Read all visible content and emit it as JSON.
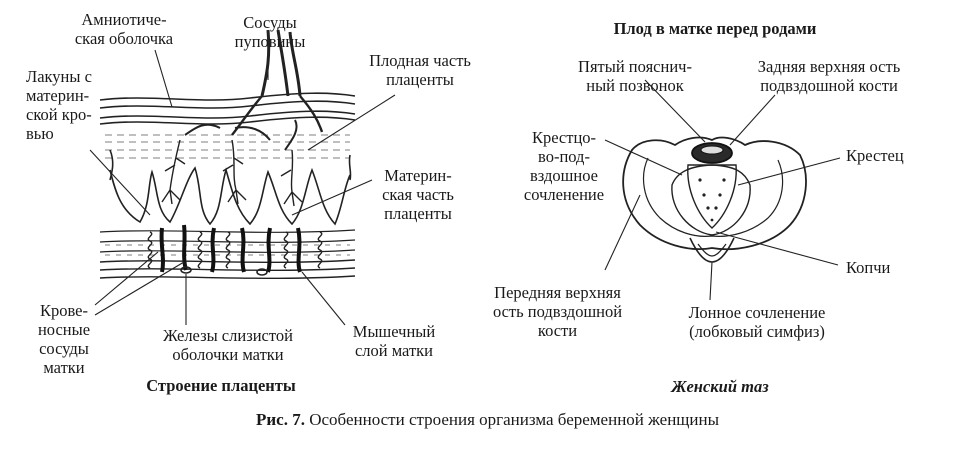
{
  "placenta": {
    "title": "Строение плаценты",
    "labels": {
      "amnion": "Амниотиче-\nская оболочка",
      "cord_vessels": "Сосуды\nпуповины",
      "fetal_part": "Плодная часть\nплаценты",
      "lacunae": "Лакуны с\nматерин-\nской кро-\nвью",
      "maternal_part": "Материн-\nская часть\nплаценты",
      "blood_vessels": "Крове-\nносные\nсосуды\nматки",
      "glands": "Железы слизистой\nоболочки матки",
      "muscle": "Мышечный\nслой матки"
    }
  },
  "pelvis": {
    "header": "Плод в матке перед родами",
    "title": "Женский таз",
    "labels": {
      "l5": "Пятый пояснич-\nный позвонок",
      "psis": "Задняя верхняя ость\nподвздошной кости",
      "si_joint": "Крестцо-\nво-под-\nвздошное\nсочленение",
      "sacrum": "Крестец",
      "coccyx": "Копчи",
      "asis": "Передняя верхняя\nость подвздошной\nкости",
      "symphysis": "Лонное сочленение\n(лобковый симфиз)"
    }
  },
  "caption": {
    "number": "Рис. 7.",
    "text": "Особенности строения организма беременной женщины"
  }
}
